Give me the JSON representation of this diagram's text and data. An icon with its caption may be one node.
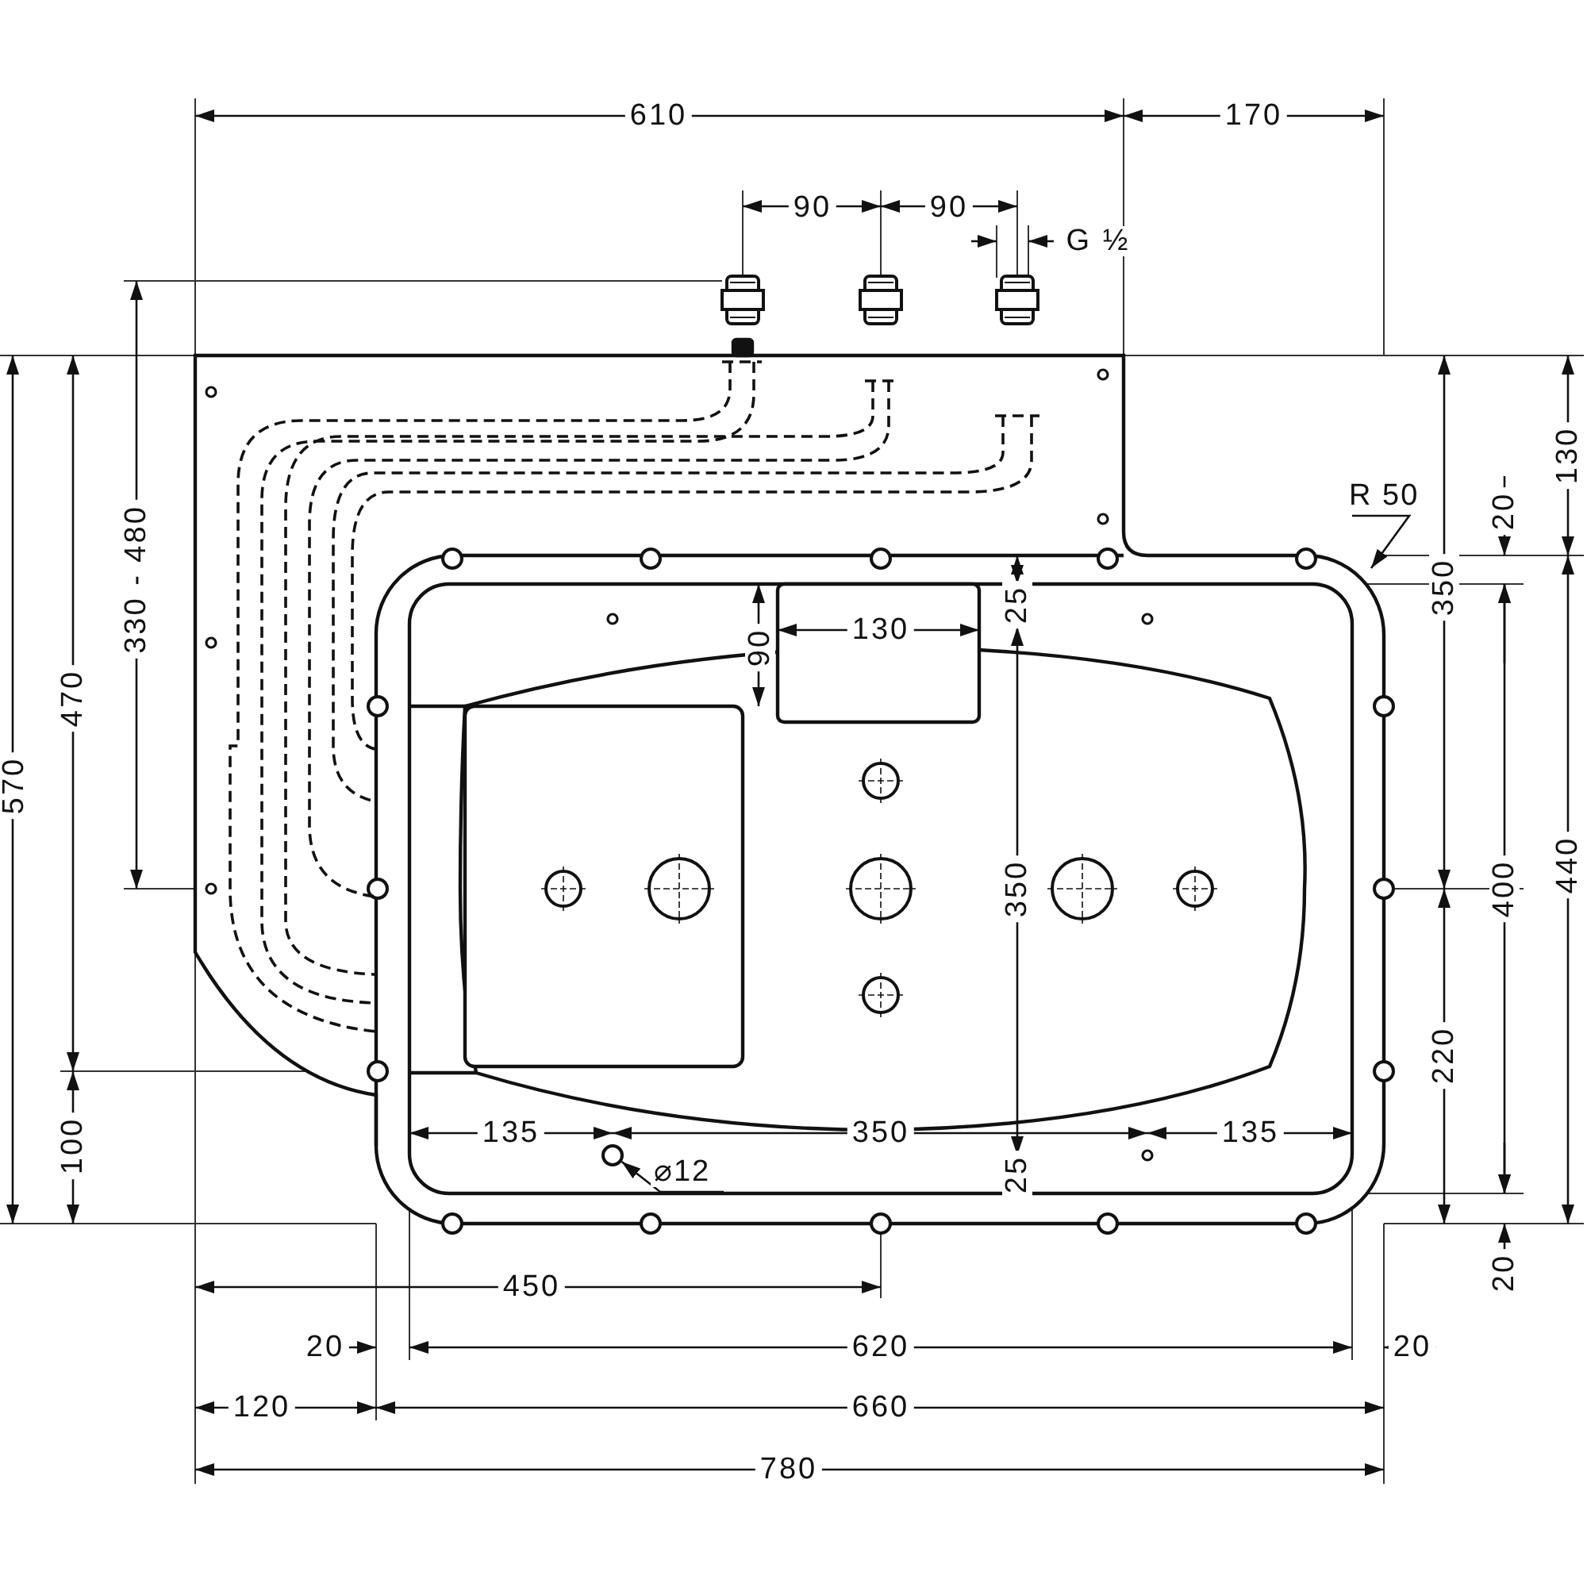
{
  "diagram": {
    "nodes": [
      {
        "text": [
          "R 50"
        ]
      },
      {
        "text": [
          "⌀12"
        ]
      },
      {
        "text": [],
        "shape": "circle"
      }
    ],
    "edges": [
      {
        "from": 0,
        "to": null,
        "arrow": "to"
      },
      {
        "from": 1,
        "to": 2,
        "arrow": "to"
      }
    ],
    "labels": [
      "610",
      "170",
      "90",
      "90",
      "G ½",
      "330 - 480",
      "470",
      "570",
      "130",
      "20",
      "350",
      "90",
      "130",
      "25",
      "350",
      "400",
      "440",
      "220",
      "100",
      "135",
      "350",
      "135",
      "25",
      "20",
      "450",
      "20",
      "620",
      "20",
      "120",
      "660",
      "780"
    ]
  }
}
